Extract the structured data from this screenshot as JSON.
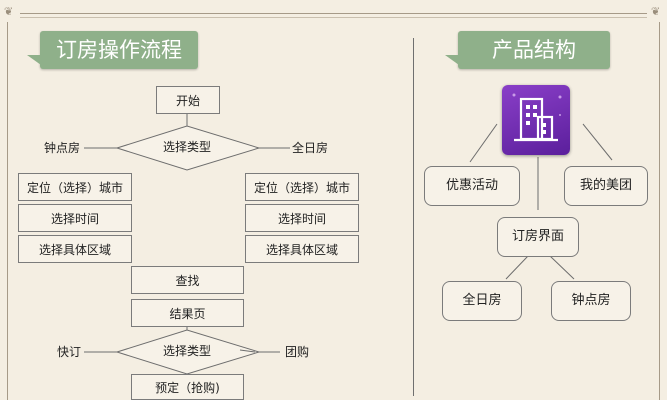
{
  "left": {
    "title": "订房操作流程",
    "start": "开始",
    "decision1": "选择类型",
    "left_option1": "钟点房",
    "right_option1": "全日房",
    "left_steps": [
      "定位（选择）城市",
      "选择时间",
      "选择具体区域"
    ],
    "right_steps": [
      "定位（选择）城市",
      "选择时间",
      "选择具体区域"
    ],
    "search": "查找",
    "result": "结果页",
    "decision2": "选择类型",
    "left_option2": "快订",
    "right_option2": "团购",
    "book": "预定（抢购)"
  },
  "right": {
    "title": "产品结构",
    "app_icon": "building-icon",
    "left_node": "优惠活动",
    "right_node": "我的美团",
    "center_node": "订房界面",
    "bottom_left": "全日房",
    "bottom_right": "钟点房"
  }
}
